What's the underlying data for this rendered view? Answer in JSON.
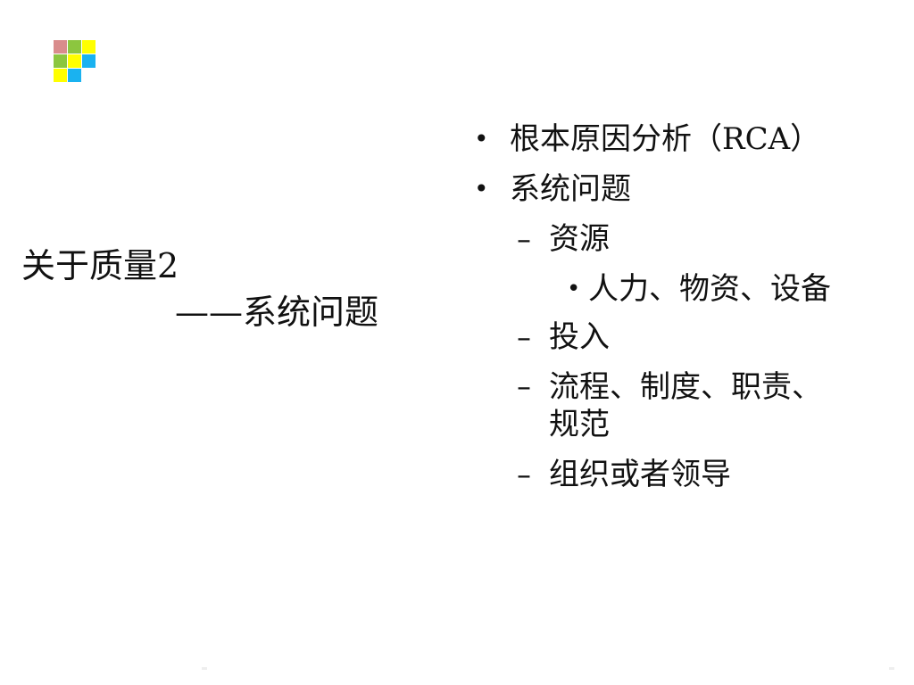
{
  "logo": {
    "cells": [
      "#d98c8c",
      "#8cc63f",
      "#ffff00",
      "#8cc63f",
      "#ffff00",
      "#1ab2f0",
      "#ffff00",
      "#1ab2f0",
      ""
    ]
  },
  "title": {
    "line1": "关于质量2",
    "line2": "——系统问题"
  },
  "content": {
    "items": [
      {
        "level": 1,
        "marker": "•",
        "text": "根本原因分析（RCA）"
      },
      {
        "level": 1,
        "marker": "•",
        "text": "系统问题"
      },
      {
        "level": 2,
        "marker": "–",
        "text": "资源"
      },
      {
        "level": 3,
        "marker": "•",
        "text": "人力、物资、设备"
      },
      {
        "level": 2,
        "marker": "–",
        "text": "投入"
      },
      {
        "level": 2,
        "marker": "–",
        "text": "流程、制度、职责、规范"
      },
      {
        "level": 2,
        "marker": "–",
        "text": "组织或者领导"
      }
    ]
  }
}
